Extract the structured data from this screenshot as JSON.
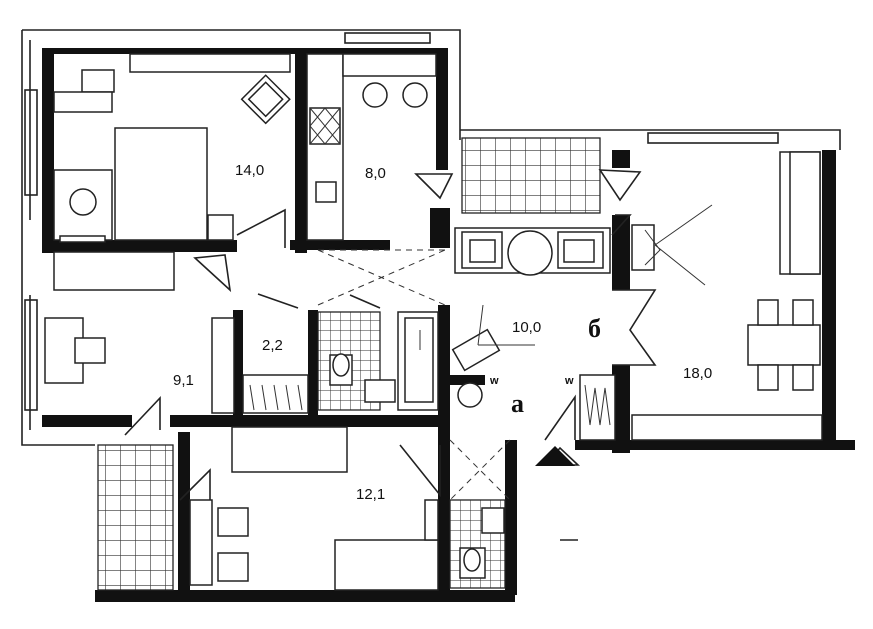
{
  "rooms": {
    "bedroom_large": {
      "area": "14,0"
    },
    "kitchen": {
      "area": "8,0"
    },
    "hall": {
      "area": "10,0"
    },
    "living": {
      "area": "18,0"
    },
    "storage": {
      "area": "2,2"
    },
    "bedroom_left": {
      "area": "9,1"
    },
    "bedroom_bottom": {
      "area": "12,1"
    }
  },
  "markers": {
    "a": "а",
    "b": "б",
    "w1": "w",
    "w2": "w"
  },
  "colors": {
    "wall": "#111111",
    "background": "#ffffff"
  }
}
